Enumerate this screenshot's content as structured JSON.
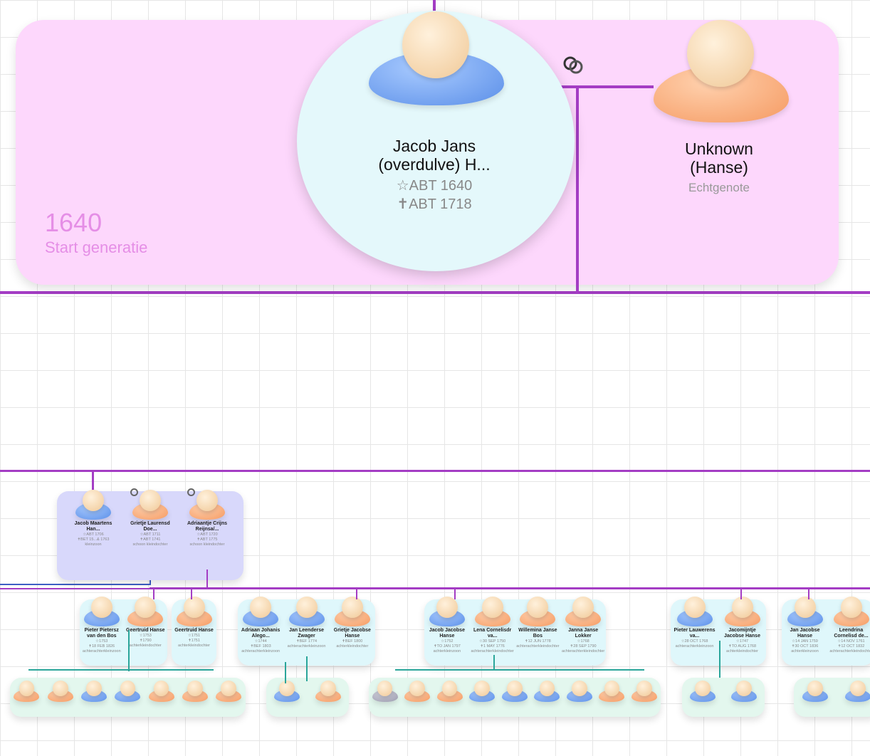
{
  "generation": {
    "year": "1640",
    "label": "Start generatie",
    "color": "#e58ee6"
  },
  "root": {
    "name_line1": "Jacob Jans",
    "name_line2": "(overdulve) H...",
    "born": "☆ABT 1640",
    "died": "✝ABT 1718",
    "gender": "male"
  },
  "spouse": {
    "name_line1": "Unknown",
    "name_line2": "(Hanse)",
    "role": "Echtgenote",
    "gender": "female"
  },
  "icons": {
    "marriage": "linked-rings-icon"
  },
  "colors": {
    "line_purple": "#a43dc4",
    "line_teal": "#2aa59a",
    "male": "#6b9cf0",
    "female": "#f7a36d",
    "card_pink": "#fdd7fc",
    "card_lavender": "#d8d8fb",
    "card_cyan": "#dff7fb",
    "card_mint": "#e3f7ee"
  },
  "group_main": {
    "members": [
      {
        "name": "Jacob Maartens Han...",
        "born": "☆ABT 1706",
        "died": "✝BET 15...& 1763",
        "role": "kleinzoon",
        "gender": "male"
      },
      {
        "name": "Grietje Laurensd Doe...",
        "born": "☆ABT 1711",
        "died": "✝ABT 1741",
        "role": "schoon kleindochter",
        "gender": "female"
      },
      {
        "name": "Adriaantje Crijns Reijnsa/...",
        "born": "☆ABT 1720",
        "died": "✝ABT 1775",
        "role": "schoon kleindochter",
        "gender": "female"
      }
    ]
  },
  "groups_mid": [
    {
      "members": [
        {
          "name": "Pieter Pietersz van den Bos",
          "born": "☆1753",
          "died": "✝18 FEB 1826",
          "role": "achterachterkleinzoon",
          "gender": "male"
        },
        {
          "name": "Geertruid Hanse",
          "born": "☆1753",
          "died": "✝1790",
          "role": "achterkleindochter",
          "gender": "female"
        }
      ]
    },
    {
      "members": [
        {
          "name": "Geertruid Hanse",
          "born": "☆1751",
          "died": "✝1751",
          "role": "achterkleindochter",
          "gender": "female"
        }
      ]
    },
    {
      "members": [
        {
          "name": "Adriaan Johanis Alego...",
          "born": "☆1744",
          "died": "✝BEF 1803",
          "role": "achterachterkleinzoon",
          "gender": "male"
        },
        {
          "name": "Jan Leenderse Zwager",
          "born": "✝BEF 1774",
          "died": "",
          "role": "achterachterkleinzoon",
          "gender": "male"
        },
        {
          "name": "Grietje Jacobse Hanse",
          "born": "✝BEF 1800",
          "died": "",
          "role": "achterkleindochter",
          "gender": "female"
        }
      ]
    },
    {
      "members": [
        {
          "name": "Jacob Jacobse Hanse",
          "born": "☆1752",
          "died": "✝TO JAN 1797",
          "role": "achterkleinzoon",
          "gender": "male"
        },
        {
          "name": "Lena Cornelisdr va...",
          "born": "☆30 SEP 1750",
          "died": "✝1 MAY 1776",
          "role": "achterachterkleindochter",
          "gender": "female"
        },
        {
          "name": "Willemina Janse Bos",
          "born": "✝12 JUN 1778",
          "died": "",
          "role": "achterachterkleindochter",
          "gender": "female"
        },
        {
          "name": "Janna Janse Lokker",
          "born": "☆1768",
          "died": "✝28 SEP 1790",
          "role": "achterachterkleindochter",
          "gender": "female"
        }
      ]
    },
    {
      "members": [
        {
          "name": "Pieter Lauwerens va...",
          "born": "☆28 OCT 1768",
          "died": "",
          "role": "achterachterkleinzoon",
          "gender": "male"
        },
        {
          "name": "Jacomijntje Jacobse Hanse",
          "born": "☆1747",
          "died": "✝TO AUG 1768",
          "role": "achterkleindochter",
          "gender": "female"
        }
      ]
    },
    {
      "members": [
        {
          "name": "Jan Jacobse Hanse",
          "born": "☆14 JAN 1759",
          "died": "✝30 OCT 1836",
          "role": "achterkleinzoon",
          "gender": "male"
        },
        {
          "name": "Leendrina Cornelisd de...",
          "born": "☆14 NOV 1761",
          "died": "✝12 OCT 1832",
          "role": "achterachterkleindochter",
          "gender": "female"
        }
      ]
    }
  ],
  "groups_low": [
    {
      "genders": [
        "female",
        "female",
        "male",
        "male",
        "female",
        "female",
        "female"
      ]
    },
    {
      "genders": [
        "male",
        "female"
      ]
    },
    {
      "genders": [
        "unknown",
        "female",
        "female",
        "male",
        "male",
        "male",
        "male",
        "female",
        "female"
      ]
    },
    {
      "genders": [
        "male",
        "male"
      ]
    },
    {
      "genders": [
        "male",
        "male"
      ]
    }
  ]
}
